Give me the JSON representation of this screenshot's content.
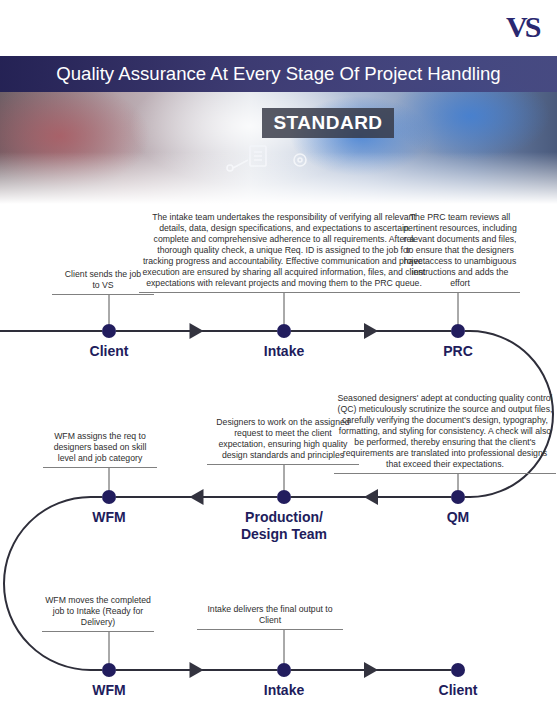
{
  "diagram": {
    "title": "Quality Assurance At Every Stage Of Project Handling",
    "nodes": [
      {
        "text": [
          "Client",
          "Client sends the job to VS"
        ]
      },
      {
        "text": [
          "Intake",
          "The intake team undertakes the responsibility of verifying all relevant details, data, design specifications, and expectations to ascertain complete and comprehensive adherence to all requirements. After a thorough quality check, a unique Req. ID is assigned to the job for tracking progress and accountability. Effective communication and project execution are ensured by sharing all acquired information, files, and client expectations with relevant projects and moving them to the PRC queue."
        ]
      },
      {
        "text": [
          "PRC",
          "The PRC team reviews all pertinent resources, including relevant documents and files, to ensure that the designers have access to unambiguous instructions and adds the effort"
        ]
      },
      {
        "text": [
          "QM",
          "Seasoned designers' adept at conducting quality control (QC) meticulously scrutinize the source and output files, carefully verifying the document's design, typography, formatting, and styling for consistency. A check will also be performed, thereby ensuring that the client's requirements are translated into professional designs that exceed their expectations."
        ]
      },
      {
        "text": [
          "Production/ Design Team",
          "Designers to work on the assigned request to meet the client expectation, ensuring high quality design standards and principles"
        ]
      },
      {
        "text": [
          "WFM",
          "WFM assigns the req to designers based on skill level and job category"
        ]
      },
      {
        "text": [
          "WFM",
          "WFM moves the completed job to Intake (Ready for Delivery)"
        ]
      },
      {
        "text": [
          "Intake",
          "Intake delivers the final output to Client"
        ]
      },
      {
        "text": [
          "Client"
        ]
      }
    ],
    "edges": [
      {
        "from": 0,
        "to": 1,
        "arrow": "to"
      },
      {
        "from": 1,
        "to": 2,
        "arrow": "to"
      },
      {
        "from": 2,
        "to": 3,
        "arrow": "none"
      },
      {
        "from": 3,
        "to": 4,
        "arrow": "to"
      },
      {
        "from": 4,
        "to": 5,
        "arrow": "to"
      },
      {
        "from": 5,
        "to": 6,
        "arrow": "none"
      },
      {
        "from": 6,
        "to": 7,
        "arrow": "to"
      },
      {
        "from": 7,
        "to": 8,
        "arrow": "to"
      }
    ],
    "labels": [
      "VS",
      "STANDARD"
    ]
  }
}
